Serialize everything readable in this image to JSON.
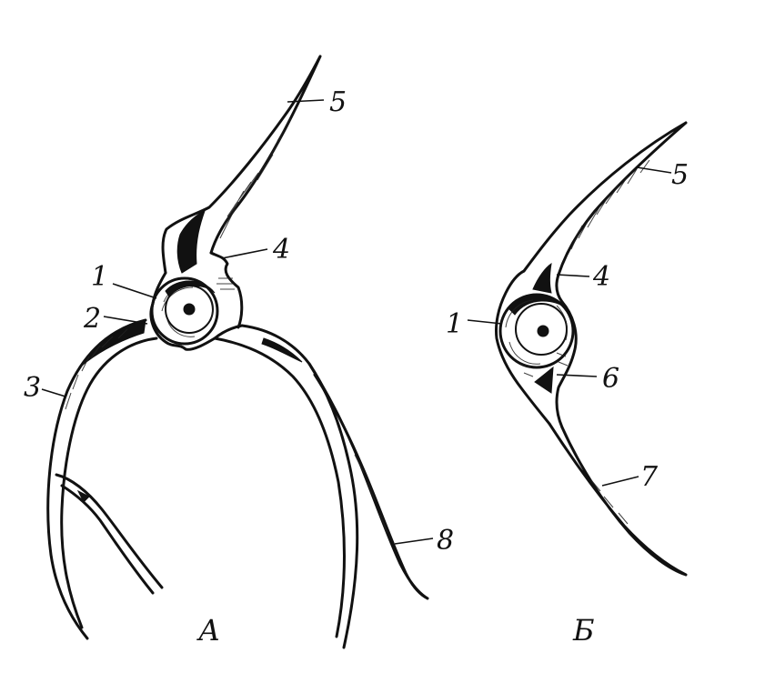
{
  "panel_a": {
    "letter": "А",
    "labels": {
      "l1": "1",
      "l2": "2",
      "l3": "3",
      "l4": "4",
      "l5": "5",
      "l8": "8"
    }
  },
  "panel_b": {
    "letter": "Б",
    "labels": {
      "l1": "1",
      "l4": "4",
      "l5": "5",
      "l6": "6",
      "l7": "7"
    }
  },
  "colors": {
    "ink": "#111111",
    "paper": "#ffffff"
  }
}
